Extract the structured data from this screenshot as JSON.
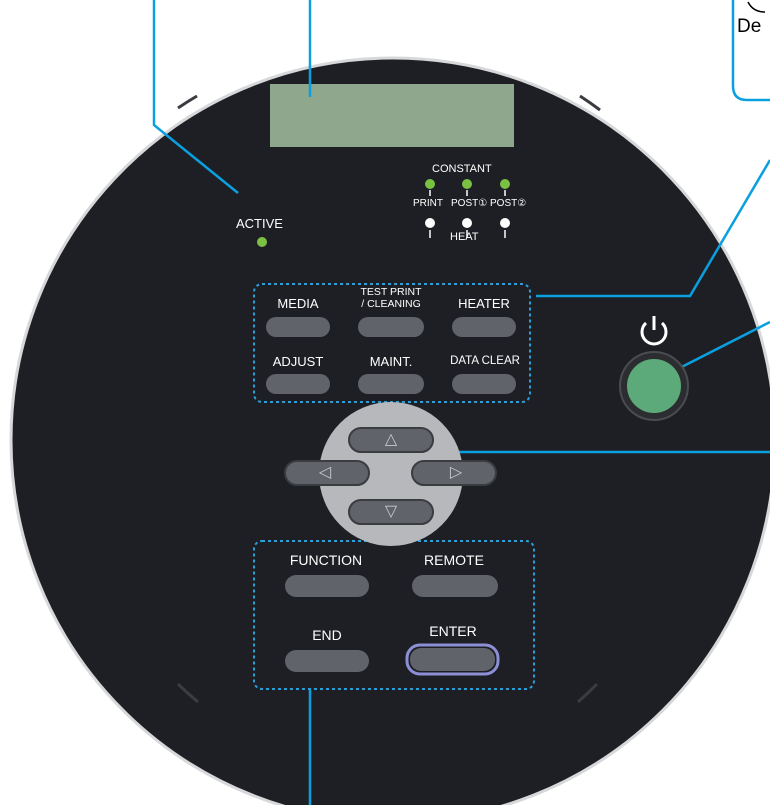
{
  "colors": {
    "panel": "#1e1f24",
    "accent_blue": "#0aa0e0",
    "led_green": "#7ac043",
    "lcd": "#8fa78c",
    "power": "#5caa7a",
    "button": "#606369",
    "cross_pad": "#b7b8bb"
  },
  "indicators": {
    "active": "ACTIVE",
    "constant": "CONSTANT",
    "print": "PRINT",
    "post1": "POST①",
    "post2": "POST②",
    "heat": "HEAT"
  },
  "function_keys": {
    "media": "MEDIA",
    "test_print_line1": "TEST PRINT",
    "test_print_line2": "/ CLEANING",
    "heater": "HEATER",
    "adjust": "ADJUST",
    "maint": "MAINT.",
    "data_clear": "DATA CLEAR"
  },
  "operation_keys": {
    "function": "FUNCTION",
    "remote": "REMOTE",
    "end": "END",
    "enter": "ENTER"
  },
  "arrows": {
    "up": "△",
    "down": "▽",
    "left": "◁",
    "right": "▷"
  },
  "power_symbol": "⏻",
  "callout_fragment": "De"
}
